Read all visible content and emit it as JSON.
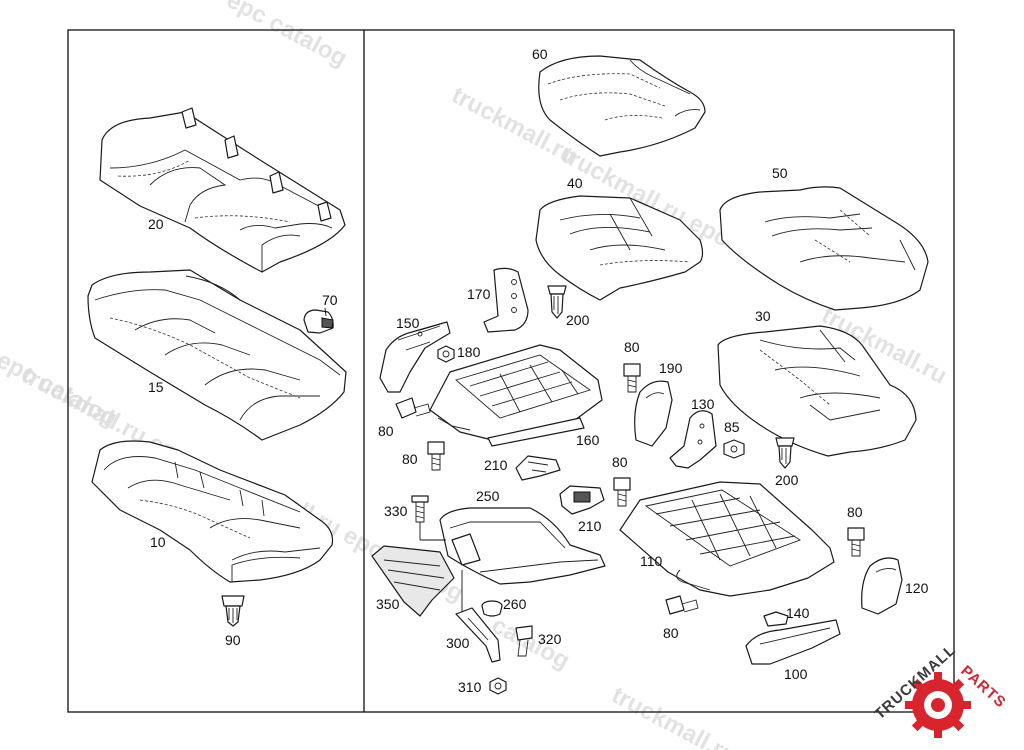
{
  "watermark": {
    "texts": [
      "epc catalog",
      "truckmall.ru",
      "truckmall.ru epc catalog",
      "truckmall.ru",
      "epc catalog",
      "truckmall.ru epc catalog",
      "all.ru epc catalog",
      "truckmall.ru",
      "catalog",
      "truckmall.ru e"
    ],
    "color": "#d9d9d9"
  },
  "logo": {
    "text_dark": "TRUCKMALL",
    "text_red": "PARTS",
    "color_red": "#d9232d",
    "color_dark": "#3a3a3a"
  },
  "parts": [
    {
      "id": "20",
      "label": "20"
    },
    {
      "id": "15",
      "label": "15"
    },
    {
      "id": "70",
      "label": "70"
    },
    {
      "id": "10",
      "label": "10"
    },
    {
      "id": "90",
      "label": "90"
    },
    {
      "id": "60",
      "label": "60"
    },
    {
      "id": "40",
      "label": "40"
    },
    {
      "id": "50",
      "label": "50"
    },
    {
      "id": "170",
      "label": "170"
    },
    {
      "id": "200a",
      "label": "200"
    },
    {
      "id": "150",
      "label": "150"
    },
    {
      "id": "180",
      "label": "180"
    },
    {
      "id": "80a",
      "label": "80"
    },
    {
      "id": "190",
      "label": "190"
    },
    {
      "id": "30",
      "label": "30"
    },
    {
      "id": "130",
      "label": "130"
    },
    {
      "id": "85",
      "label": "85"
    },
    {
      "id": "80b",
      "label": "80"
    },
    {
      "id": "160",
      "label": "160"
    },
    {
      "id": "80c",
      "label": "80"
    },
    {
      "id": "210a",
      "label": "210"
    },
    {
      "id": "200b",
      "label": "200"
    },
    {
      "id": "80d",
      "label": "80"
    },
    {
      "id": "250",
      "label": "250"
    },
    {
      "id": "330",
      "label": "330"
    },
    {
      "id": "210b",
      "label": "210"
    },
    {
      "id": "80e",
      "label": "80"
    },
    {
      "id": "110",
      "label": "110"
    },
    {
      "id": "120",
      "label": "120"
    },
    {
      "id": "350",
      "label": "350"
    },
    {
      "id": "260",
      "label": "260"
    },
    {
      "id": "140",
      "label": "140"
    },
    {
      "id": "300",
      "label": "300"
    },
    {
      "id": "320",
      "label": "320"
    },
    {
      "id": "80f",
      "label": "80"
    },
    {
      "id": "100",
      "label": "100"
    },
    {
      "id": "310",
      "label": "310"
    }
  ]
}
